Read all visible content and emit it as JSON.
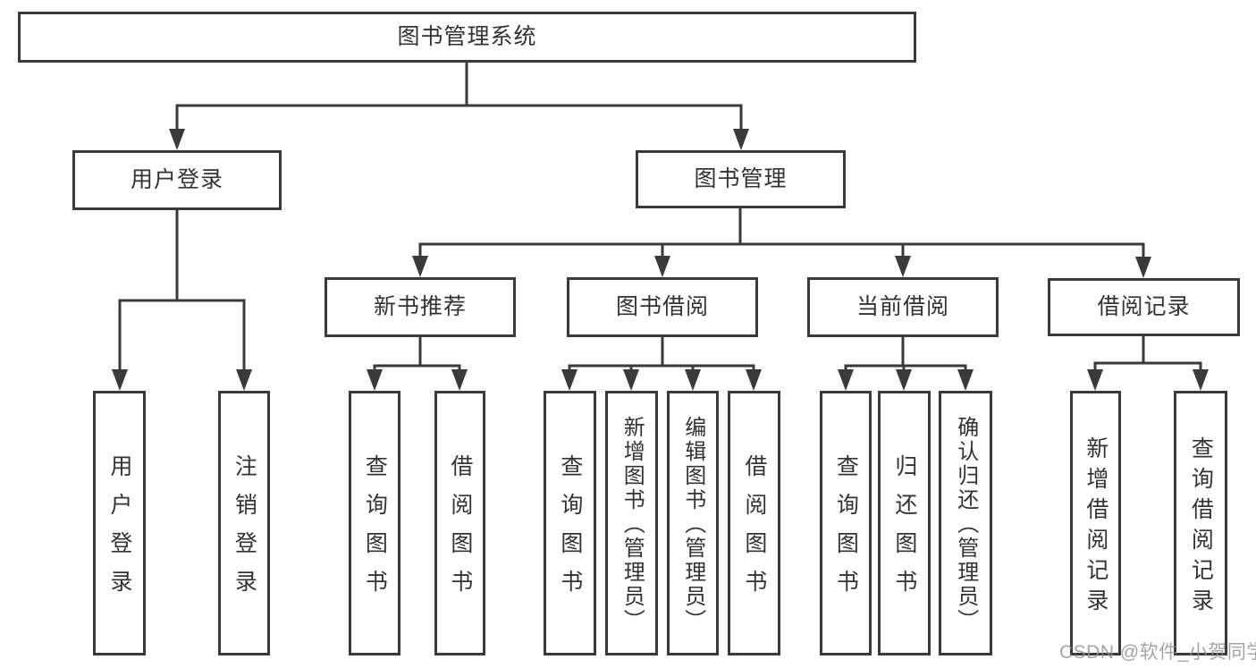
{
  "diagram": {
    "root": {
      "label": "图书管理系统"
    },
    "level2": [
      {
        "id": "user-login",
        "label": "用户登录"
      },
      {
        "id": "book-management",
        "label": "图书管理"
      }
    ],
    "level3": [
      {
        "id": "new-book-recommend",
        "parent": "图书管理",
        "label": "新书推荐"
      },
      {
        "id": "book-borrowing",
        "parent": "图书管理",
        "label": "图书借阅"
      },
      {
        "id": "current-borrowing",
        "parent": "图书管理",
        "label": "当前借阅"
      },
      {
        "id": "borrowing-records",
        "parent": "图书管理",
        "label": "借阅记录"
      }
    ],
    "level4": [
      {
        "parent": "用户登录",
        "label": "用户登录"
      },
      {
        "parent": "用户登录",
        "label": "注销登录"
      },
      {
        "parent": "新书推荐",
        "label": "查询图书"
      },
      {
        "parent": "新书推荐",
        "label": "借阅图书"
      },
      {
        "parent": "图书借阅",
        "label": "查询图书"
      },
      {
        "parent": "图书借阅",
        "label": "新增图书（管理员）"
      },
      {
        "parent": "图书借阅",
        "label": "编辑图书（管理员）"
      },
      {
        "parent": "图书借阅",
        "label": "借阅图书"
      },
      {
        "parent": "当前借阅",
        "label": "查询图书"
      },
      {
        "parent": "当前借阅",
        "label": "归还图书"
      },
      {
        "parent": "当前借阅",
        "label": "确认归还（管理员）"
      },
      {
        "parent": "借阅记录",
        "label": "新增借阅记录"
      },
      {
        "parent": "借阅记录",
        "label": "查询借阅记录"
      }
    ]
  },
  "watermark": {
    "text": "CSDN @软件_小贺同学"
  },
  "colors": {
    "line": "#3a3a3a",
    "text": "#333333",
    "background": "#ffffff",
    "watermark": "#8f8f8f"
  }
}
